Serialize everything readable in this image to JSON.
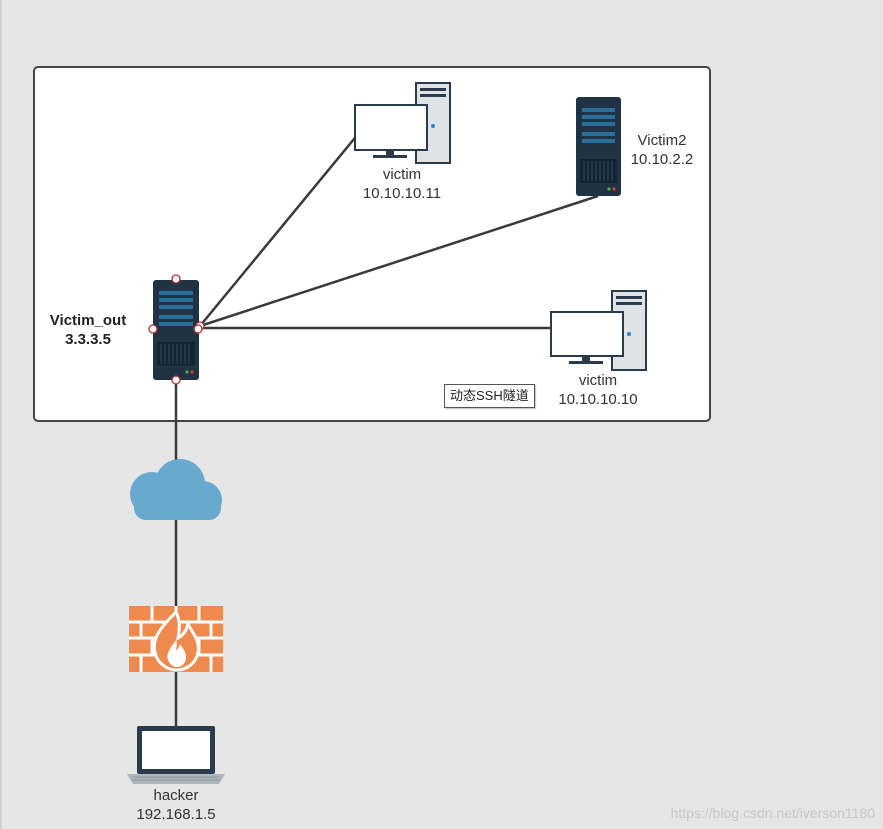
{
  "nodes": {
    "victim_out": {
      "name": "Victim_out",
      "ip": "3.3.3.5"
    },
    "victim_top": {
      "name": "victim",
      "ip": "10.10.10.11"
    },
    "victim2": {
      "name": "Victim2",
      "ip": "10.10.2.2"
    },
    "victim_right": {
      "name": "victim",
      "ip": "10.10.10.10"
    },
    "hacker": {
      "name": "hacker",
      "ip": "192.168.1.5"
    }
  },
  "tooltip": "动态SSH隧道",
  "watermark": "https://blog.csdn.net/iverson1180",
  "colors": {
    "background": "#e6e6e6",
    "server_body": "#1f3344",
    "server_slot": "#2a6f9a",
    "cloud": "#6aa9cf",
    "firewall": "#ef8a4f",
    "line": "#3a3a3a"
  }
}
